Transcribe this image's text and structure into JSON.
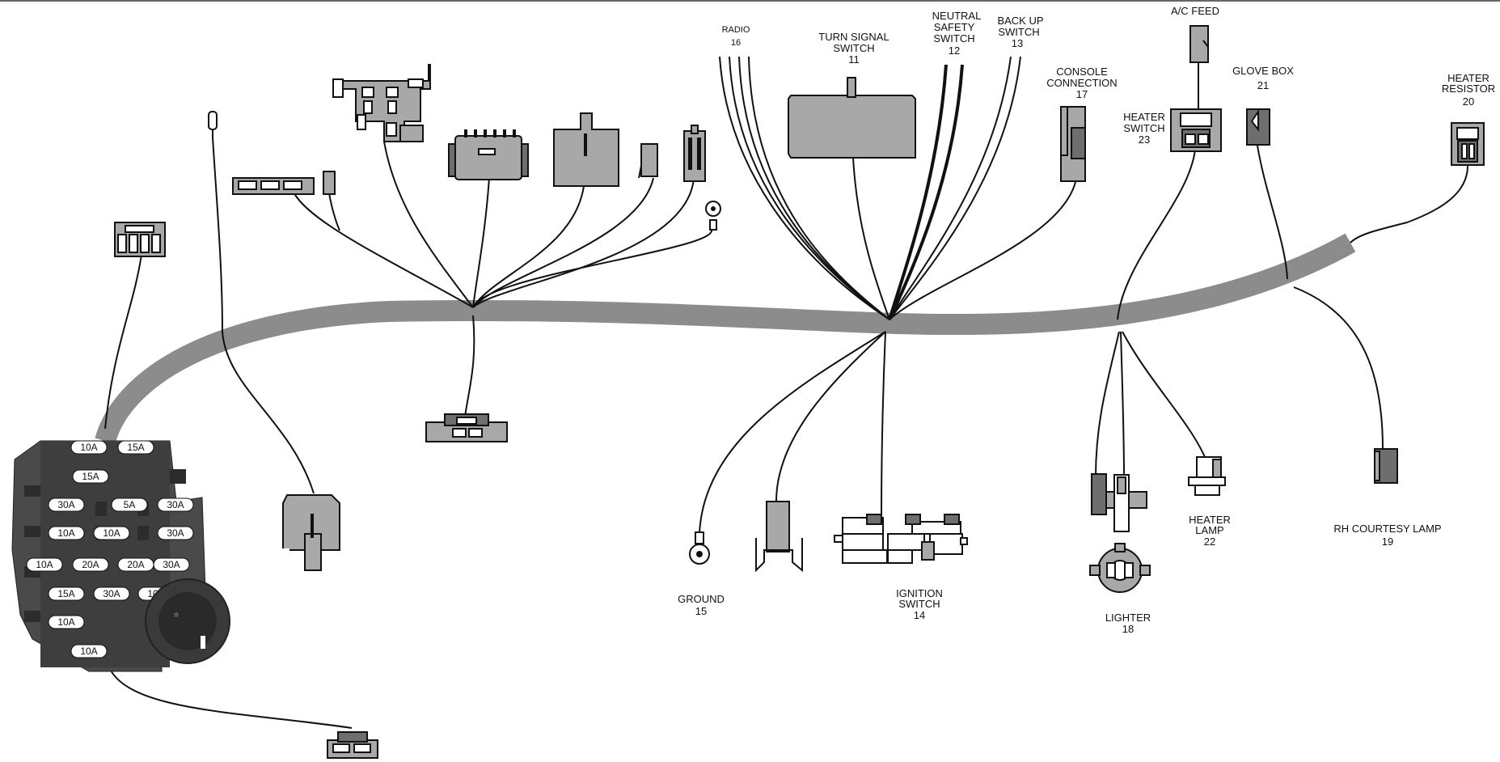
{
  "labels": {
    "radio": {
      "name": "RADIO",
      "num": "16"
    },
    "turn_signal": {
      "line1": "TURN SIGNAL",
      "line2": "SWITCH",
      "num": "11"
    },
    "neutral_safety": {
      "line1": "NEUTRAL",
      "line2": "SAFETY",
      "line3": "SWITCH",
      "num": "12"
    },
    "back_up": {
      "line1": "BACK UP",
      "line2": "SWITCH",
      "num": "13"
    },
    "ac_feed": {
      "name": "A/C FEED"
    },
    "console": {
      "line1": "CONSOLE",
      "line2": "CONNECTION",
      "num": "17"
    },
    "glove_box": {
      "name": "GLOVE BOX",
      "num": "21"
    },
    "heater_resistor": {
      "line1": "HEATER",
      "line2": "RESISTOR",
      "num": "20"
    },
    "heater_switch": {
      "line1": "HEATER",
      "line2": "SWITCH",
      "num": "23"
    },
    "ground": {
      "name": "GROUND",
      "num": "15"
    },
    "ignition": {
      "line1": "IGNITION",
      "line2": "SWITCH",
      "num": "14"
    },
    "lighter": {
      "name": "LIGHTER",
      "num": "18"
    },
    "heater_lamp": {
      "line1": "HEATER",
      "line2": "LAMP",
      "num": "22"
    },
    "rh_courtesy": {
      "name": "RH COURTESY LAMP",
      "num": "19"
    }
  },
  "fuses": [
    {
      "rating": "10A"
    },
    {
      "rating": "15A"
    },
    {
      "rating": "15A"
    },
    {
      "rating": "30A"
    },
    {
      "rating": "5A"
    },
    {
      "rating": "30A"
    },
    {
      "rating": "10A"
    },
    {
      "rating": "10A"
    },
    {
      "rating": "30A"
    },
    {
      "rating": "10A"
    },
    {
      "rating": "20A"
    },
    {
      "rating": "20A"
    },
    {
      "rating": "30A"
    },
    {
      "rating": "15A"
    },
    {
      "rating": "30A"
    },
    {
      "rating": "10A"
    },
    {
      "rating": "10A"
    },
    {
      "rating": "10A"
    }
  ],
  "colors": {
    "harness": "#8c8c8c",
    "connector": "#a8a8a8",
    "connector_dark": "#6e6e6e",
    "fuse_panel": "#4a4a4a"
  }
}
